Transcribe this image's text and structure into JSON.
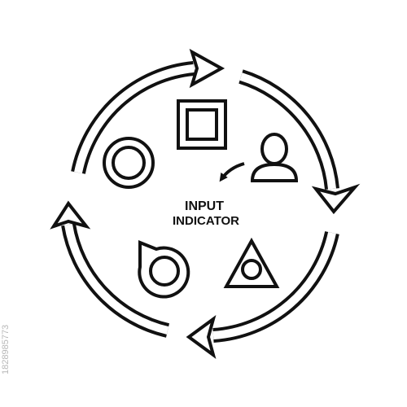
{
  "diagram": {
    "label_line1": "INPUT",
    "label_line2": "INDICATOR",
    "stroke_color": "#111111",
    "background_color": "#ffffff"
  },
  "icons": [
    "square-icon",
    "person-icon",
    "triangle-eye-icon",
    "drop-ring-icon",
    "circle-ring-icon",
    "curved-arrow-icon"
  ],
  "stock_id": "1828985773"
}
